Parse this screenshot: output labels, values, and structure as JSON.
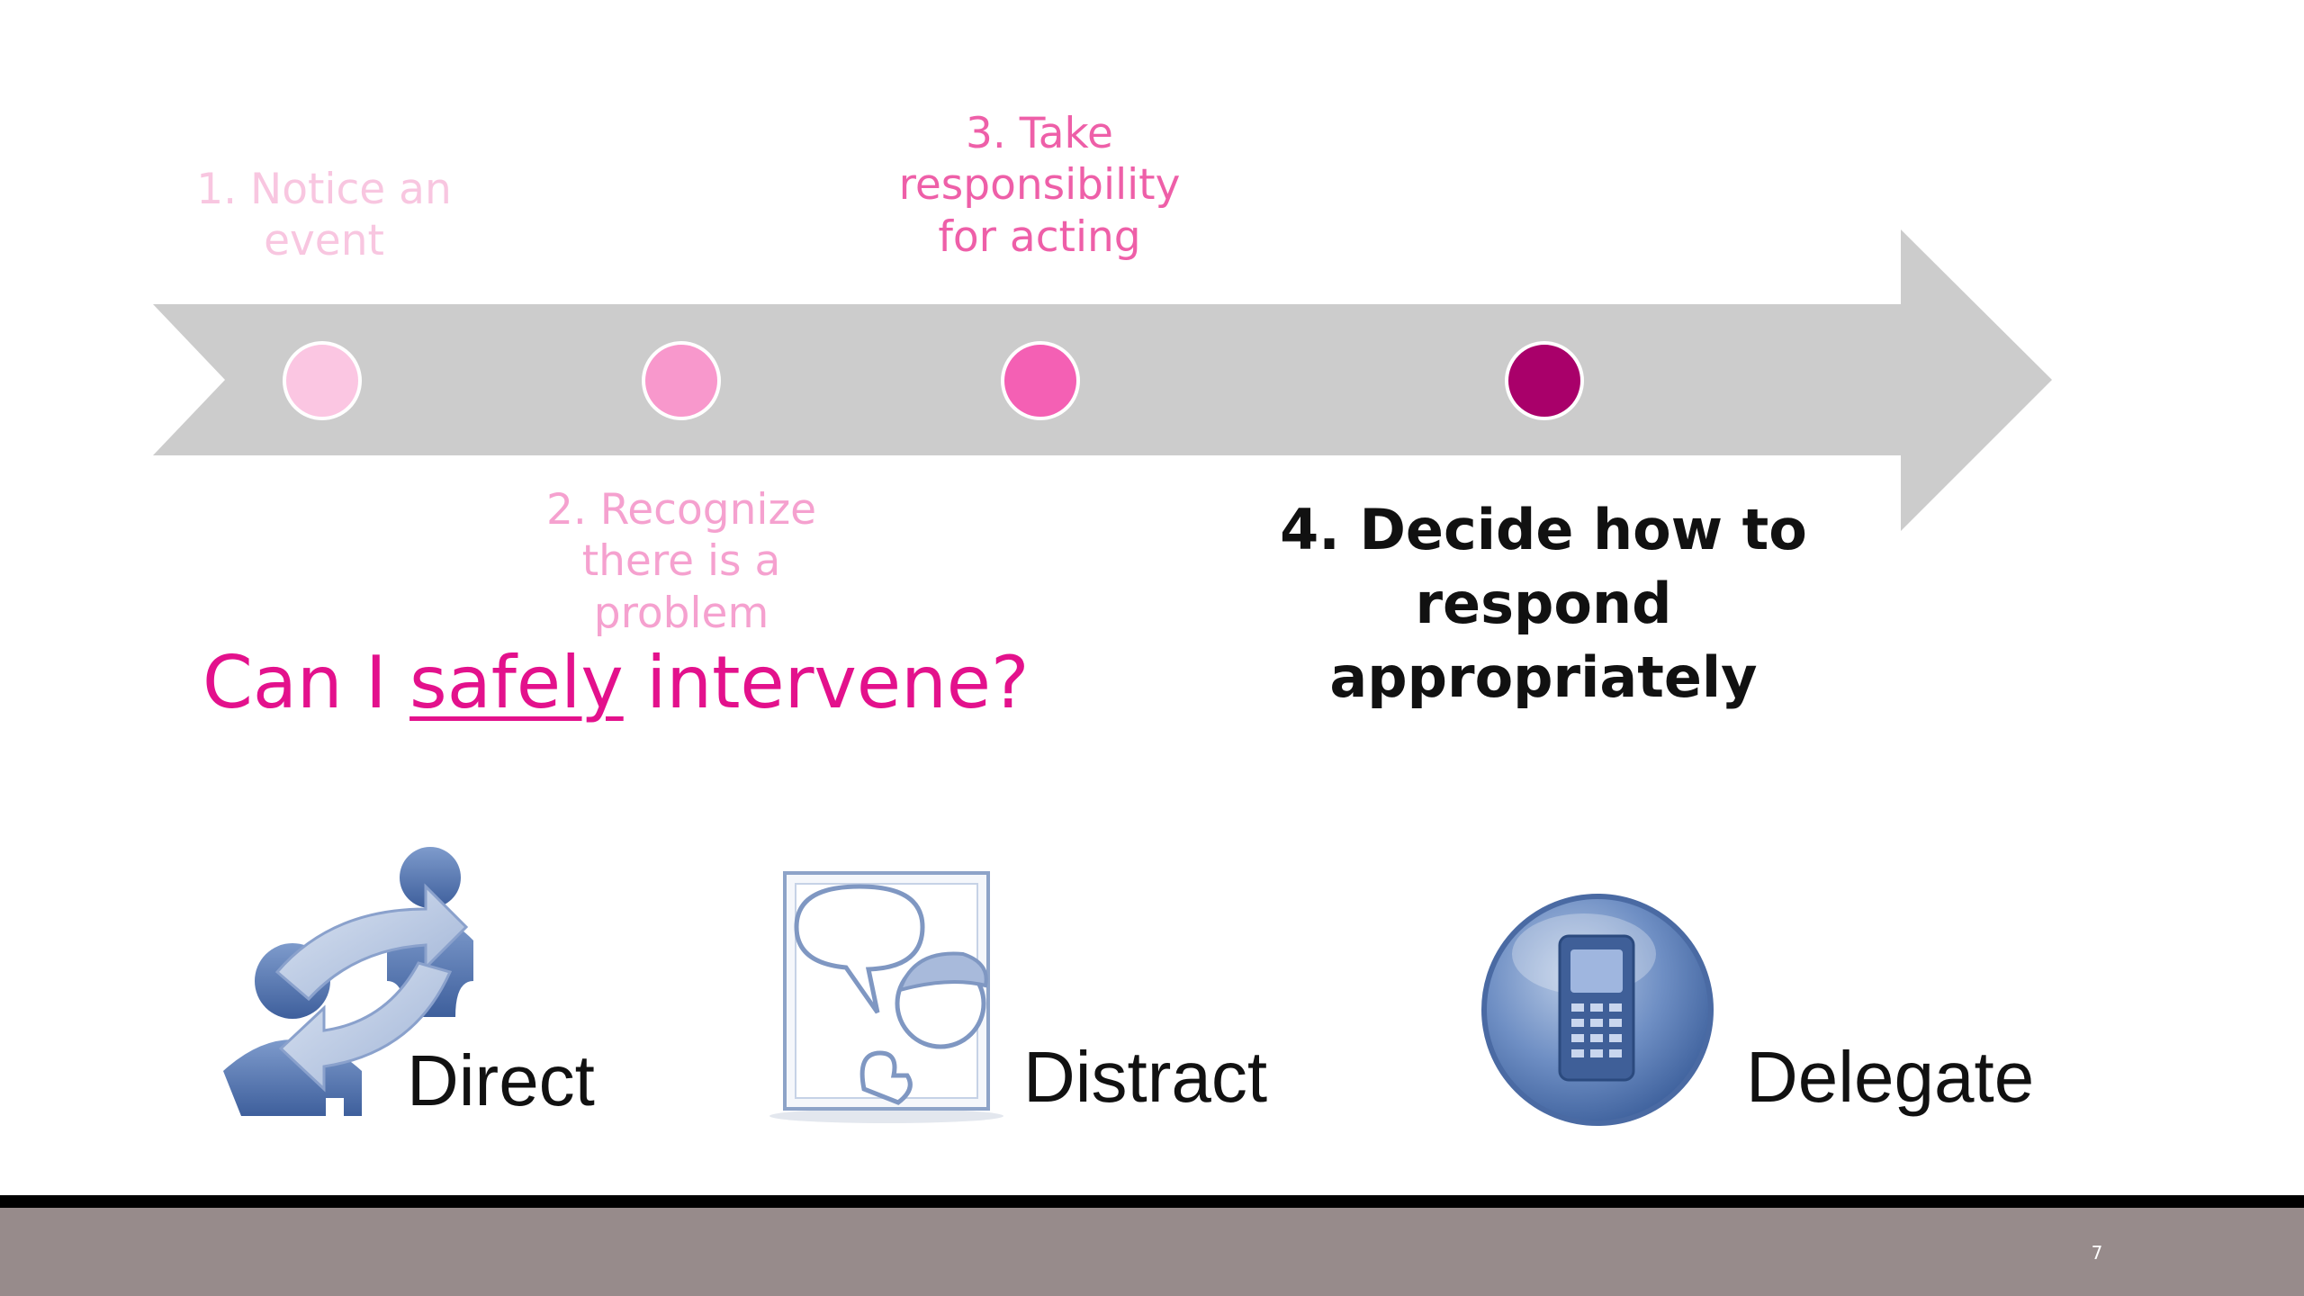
{
  "slide": {
    "steps": [
      {
        "number": "1.",
        "lines": [
          "1. Notice an",
          "event"
        ],
        "color": "#f8c6e0",
        "dot_color": "#fbc6e2"
      },
      {
        "number": "2.",
        "lines": [
          "2. Recognize",
          "there is a",
          "problem"
        ],
        "color": "#f5a1cf",
        "dot_color": "#f898cc"
      },
      {
        "number": "3.",
        "lines": [
          "3. Take",
          "responsibility",
          "for acting"
        ],
        "color": "#ee5fa8",
        "dot_color": "#f460b4"
      },
      {
        "number": "4.",
        "lines": [
          "4. Decide how to",
          "respond",
          "appropriately"
        ],
        "color": "#111111",
        "dot_color": "#a9006a"
      }
    ],
    "question": {
      "before": "Can I ",
      "emphasis": "safely",
      "after": " intervene?"
    },
    "options": [
      {
        "label": "Direct",
        "icon": "two-people-exchange-icon"
      },
      {
        "label": "Distract",
        "icon": "speech-bubble-person-icon"
      },
      {
        "label": "Delegate",
        "icon": "mobile-phone-icon"
      }
    ],
    "page_number": "7",
    "colors": {
      "arrow": "#cccccc",
      "accent": "#e3118c",
      "footer": "#978b8b"
    }
  }
}
